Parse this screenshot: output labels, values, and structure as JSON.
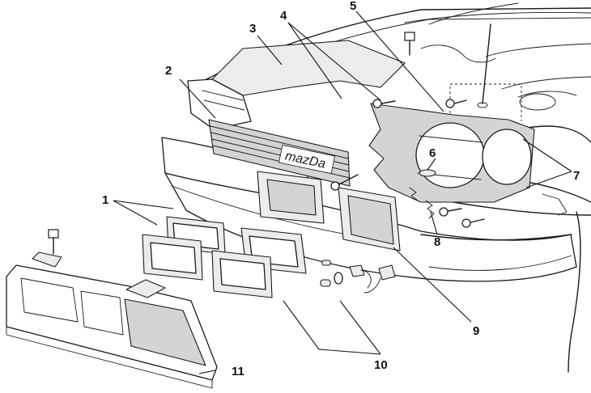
{
  "diagram": {
    "callouts": [
      "1",
      "2",
      "3",
      "4",
      "5",
      "6",
      "7",
      "8",
      "9",
      "10",
      "11"
    ],
    "grille_logo_text": "mazDa"
  },
  "colors": {
    "ink": "#1a1a1a",
    "panel_fill": "#d4d4d4",
    "background": "#ffffff"
  }
}
